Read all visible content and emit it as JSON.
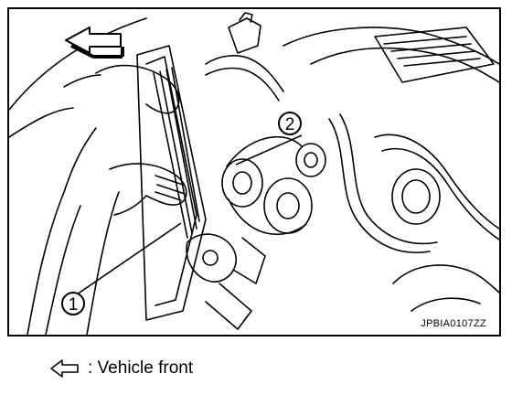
{
  "figure": {
    "code": "JPBIA0107ZZ",
    "callouts": [
      {
        "num": "1"
      },
      {
        "num": "2"
      }
    ]
  },
  "legend": {
    "icon": "hollow-left-arrow-icon",
    "text": ": Vehicle front"
  },
  "colors": {
    "line": "#000000",
    "background": "#ffffff"
  }
}
